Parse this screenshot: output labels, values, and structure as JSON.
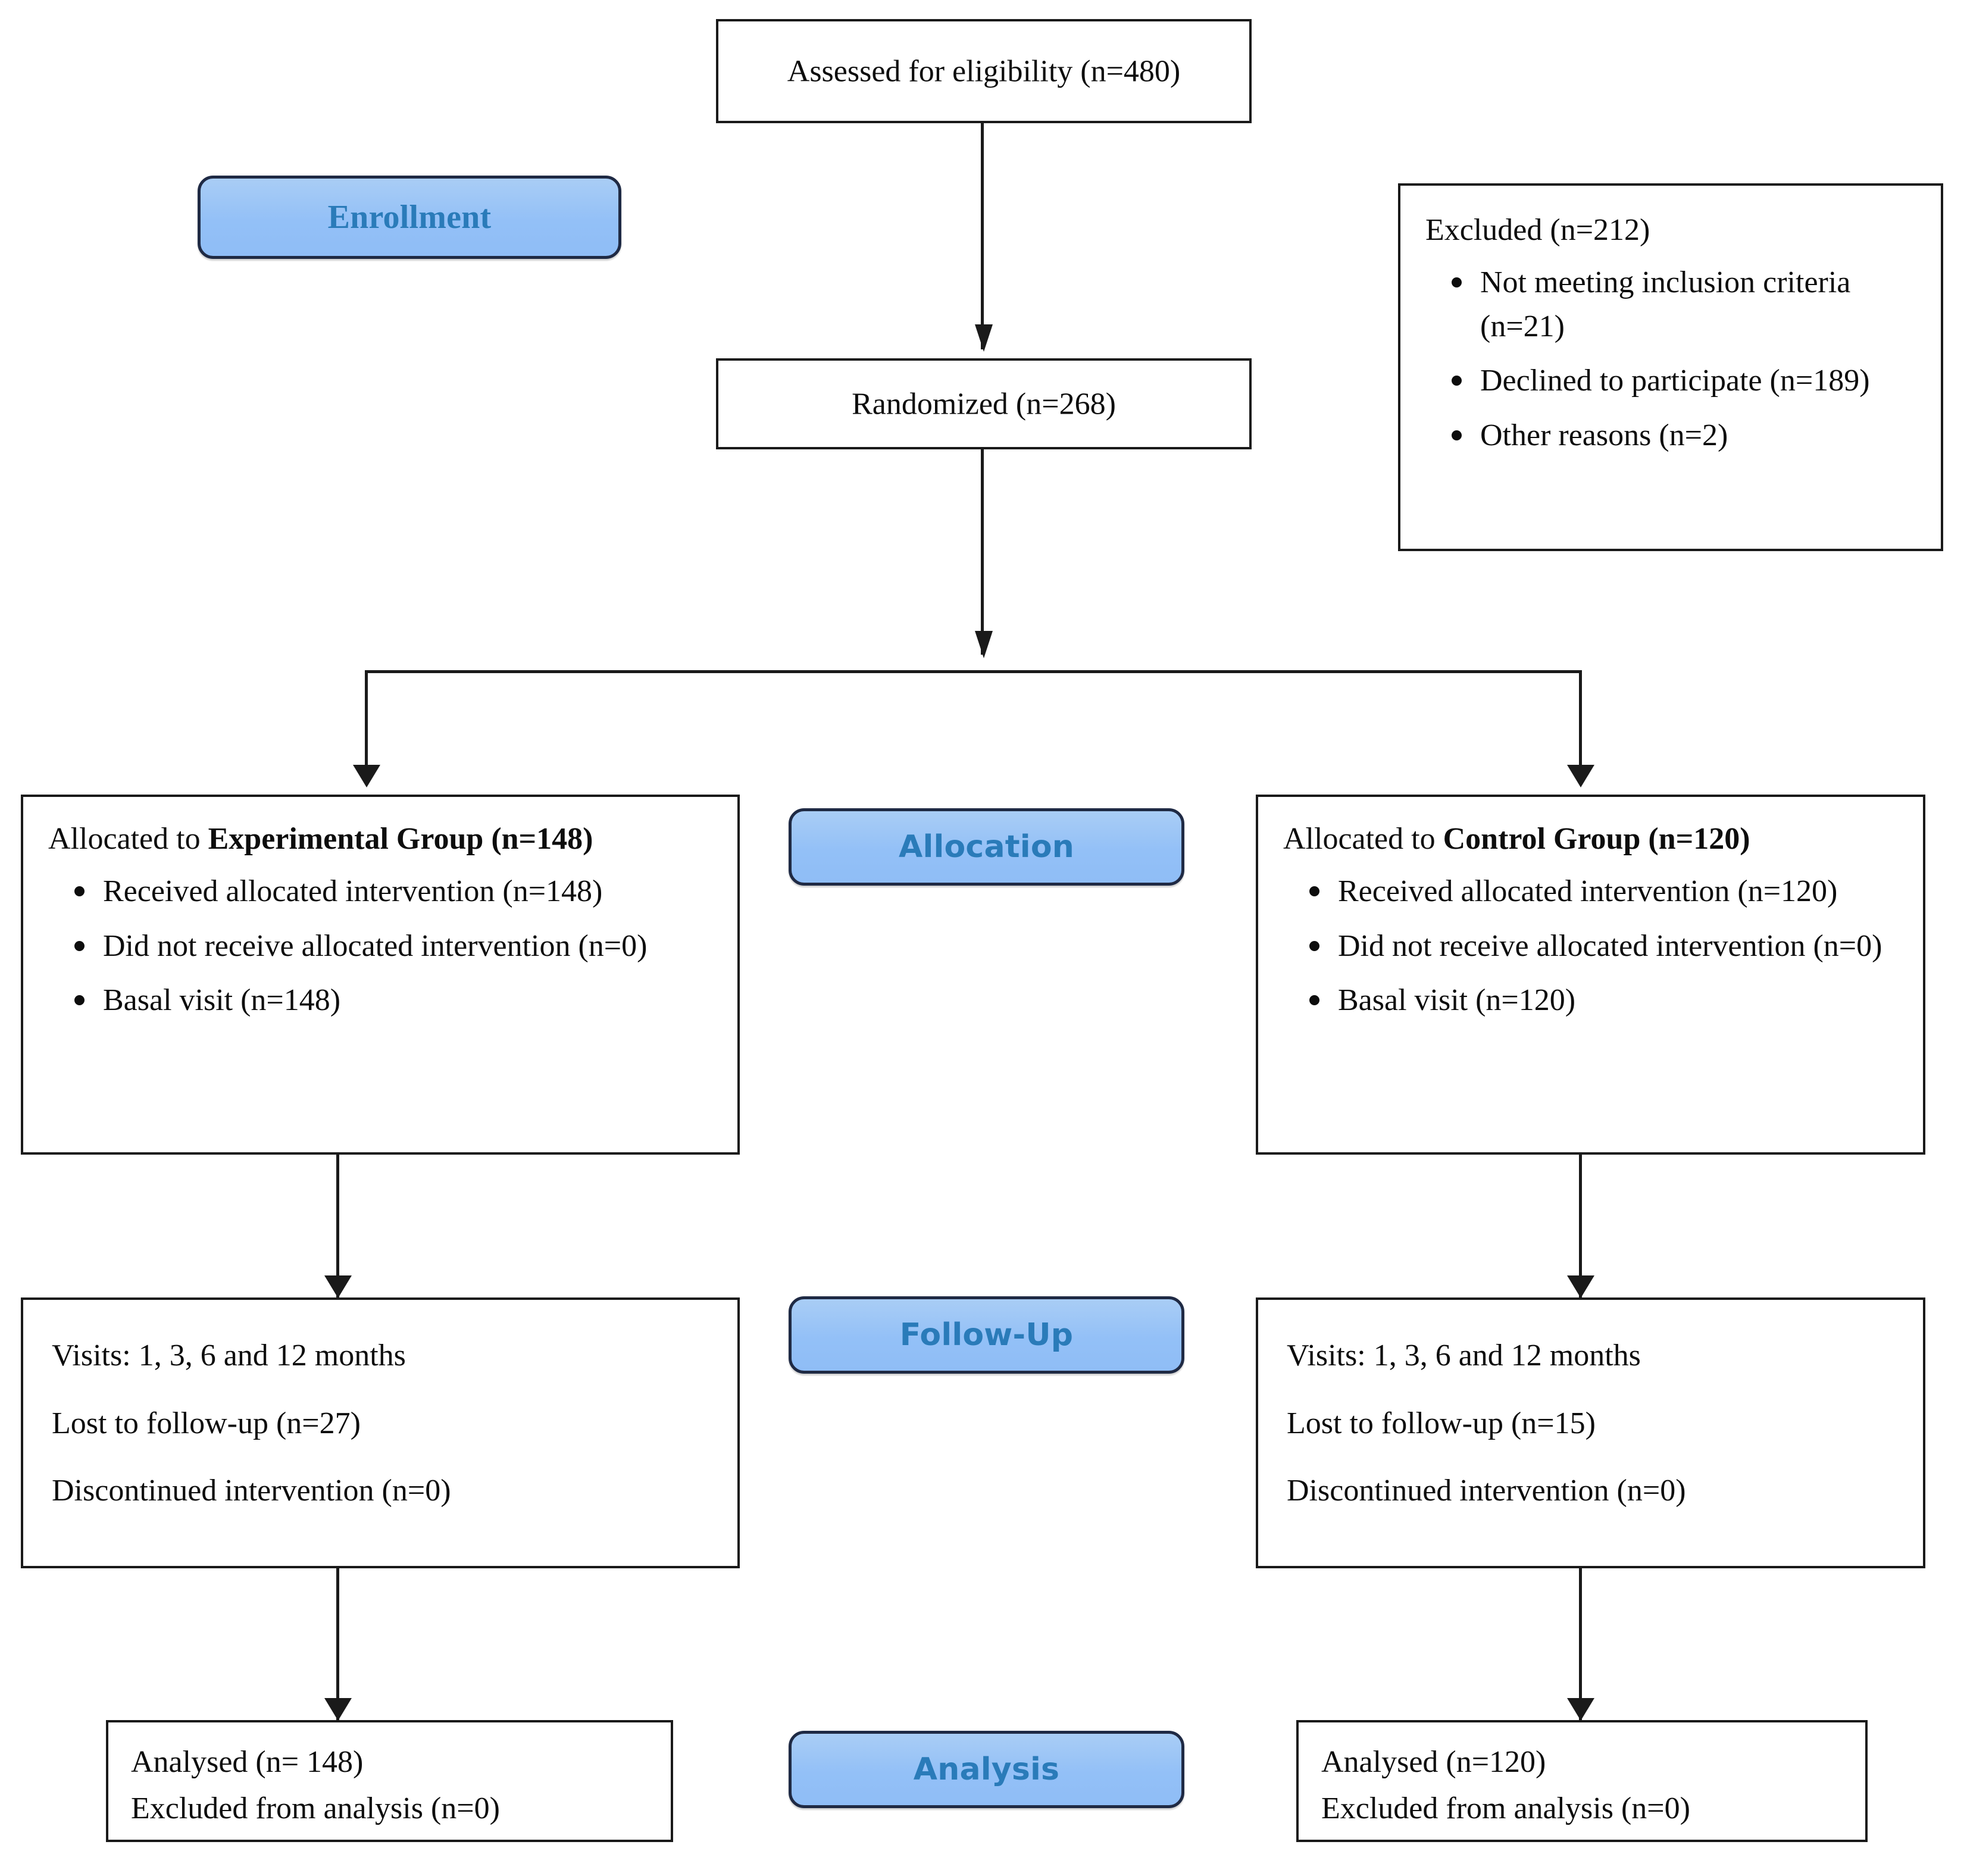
{
  "diagram": {
    "title": "CONSORT participant flow diagram",
    "accent_fill": "#93C0F7",
    "accent_border": "#1F2A44",
    "accent_text": "#2A7BB9",
    "box_border": "#1A1A1A",
    "text_color": "#0D0D0D"
  },
  "stages": {
    "enrollment": "Enrollment",
    "allocation": "Allocation",
    "followup": "Follow-Up",
    "analysis": "Analysis"
  },
  "nodes": {
    "assessed": "Assessed for eligibility (n=480)",
    "randomized": "Randomized (n=268)",
    "excluded": {
      "lead": "Excluded (n=212)",
      "items": [
        "Not meeting inclusion criteria (n=21)",
        "Declined to participate (n=189)",
        "Other reasons (n=2)"
      ]
    },
    "experimental_allocation": {
      "lead_prefix": "Allocated to ",
      "lead_bold": "Experimental Group (n=148)",
      "items": [
        "Received allocated intervention (n=148)",
        "Did not receive allocated intervention (n=0)",
        "Basal visit (n=148)"
      ]
    },
    "control_allocation": {
      "lead_prefix": "Allocated to ",
      "lead_bold": "Control Group (n=120)",
      "items": [
        "Received allocated intervention (n=120)",
        "Did not receive allocated intervention (n=0)",
        "Basal visit (n=120)"
      ]
    },
    "experimental_followup": {
      "lines": [
        "Visits: 1, 3, 6 and 12 months",
        "Lost to follow-up (n=27)",
        "Discontinued intervention (n=0)"
      ]
    },
    "control_followup": {
      "lines": [
        "Visits: 1, 3, 6 and 12 months",
        "Lost to follow-up (n=15)",
        "Discontinued intervention (n=0)"
      ]
    },
    "experimental_analysis": {
      "lines": [
        "Analysed (n= 148)",
        "Excluded from analysis (n=0)"
      ]
    },
    "control_analysis": {
      "lines": [
        "Analysed (n=120)",
        "Excluded from analysis (n=0)"
      ]
    }
  }
}
